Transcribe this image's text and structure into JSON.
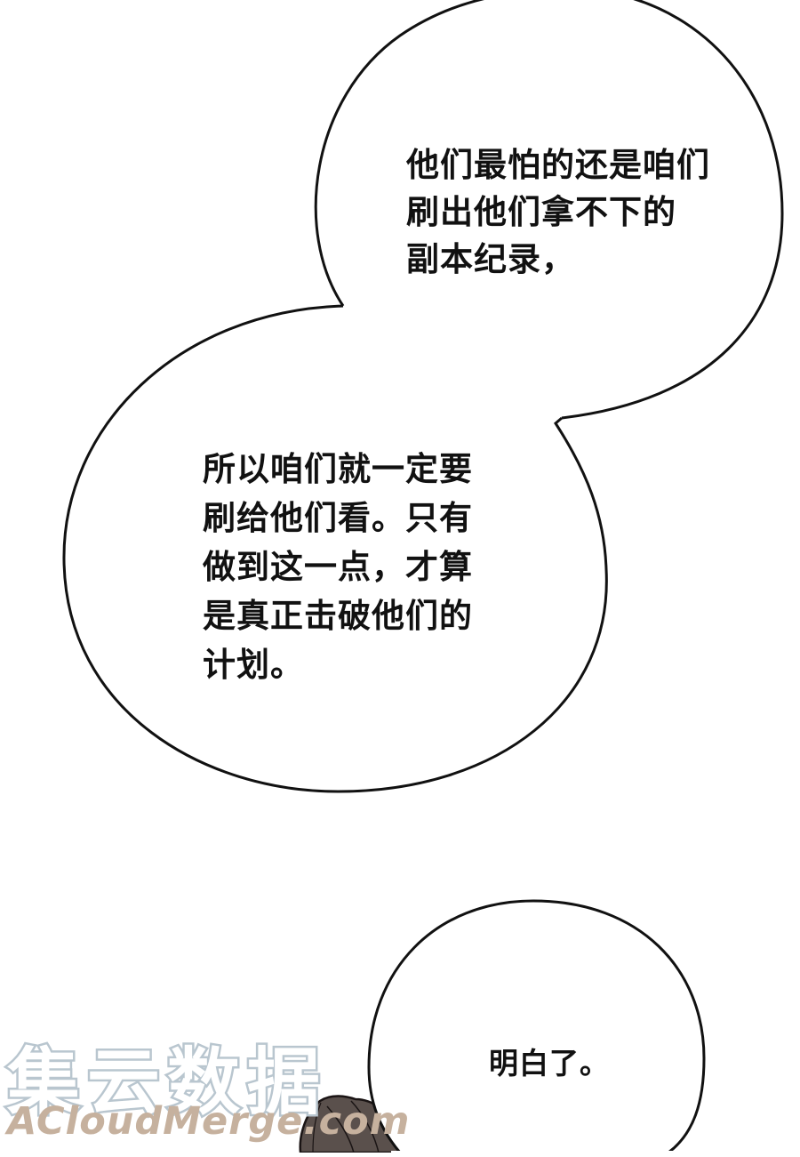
{
  "panel": {
    "background": "#ffffff",
    "outline_color": "#111111"
  },
  "bubbles": [
    {
      "id": "bubble-top-right",
      "lines": [
        "他们最怕的还是咱们",
        "刷出他们拿不下的",
        "副本纪录，"
      ]
    },
    {
      "id": "bubble-middle-left",
      "lines": [
        "所以咱们就一定要",
        "刷给他们看。只有",
        "做到这一点，才算",
        "是真正击破他们的",
        "计划。"
      ]
    },
    {
      "id": "bubble-bottom-right",
      "lines": [
        "明白了。"
      ]
    }
  ],
  "text": {
    "bubble1": "他们最怕的还是咱们\n刷出他们拿不下的\n副本纪录，",
    "bubble2": "所以咱们就一定要\n刷给他们看。只有\n做到这一点，才算\n是真正击破他们的\n计划。",
    "bubble3": "明白了。"
  },
  "watermark": {
    "chinese": "集云数据",
    "english": "ACloudMerge.com",
    "stroke_color": "#b9c6cf",
    "english_color": "#c6b19e"
  },
  "character": {
    "description": "dark-haired character head peeking from bottom",
    "hair_color": "#5a504c",
    "skin_color": "#f6e2cf"
  }
}
